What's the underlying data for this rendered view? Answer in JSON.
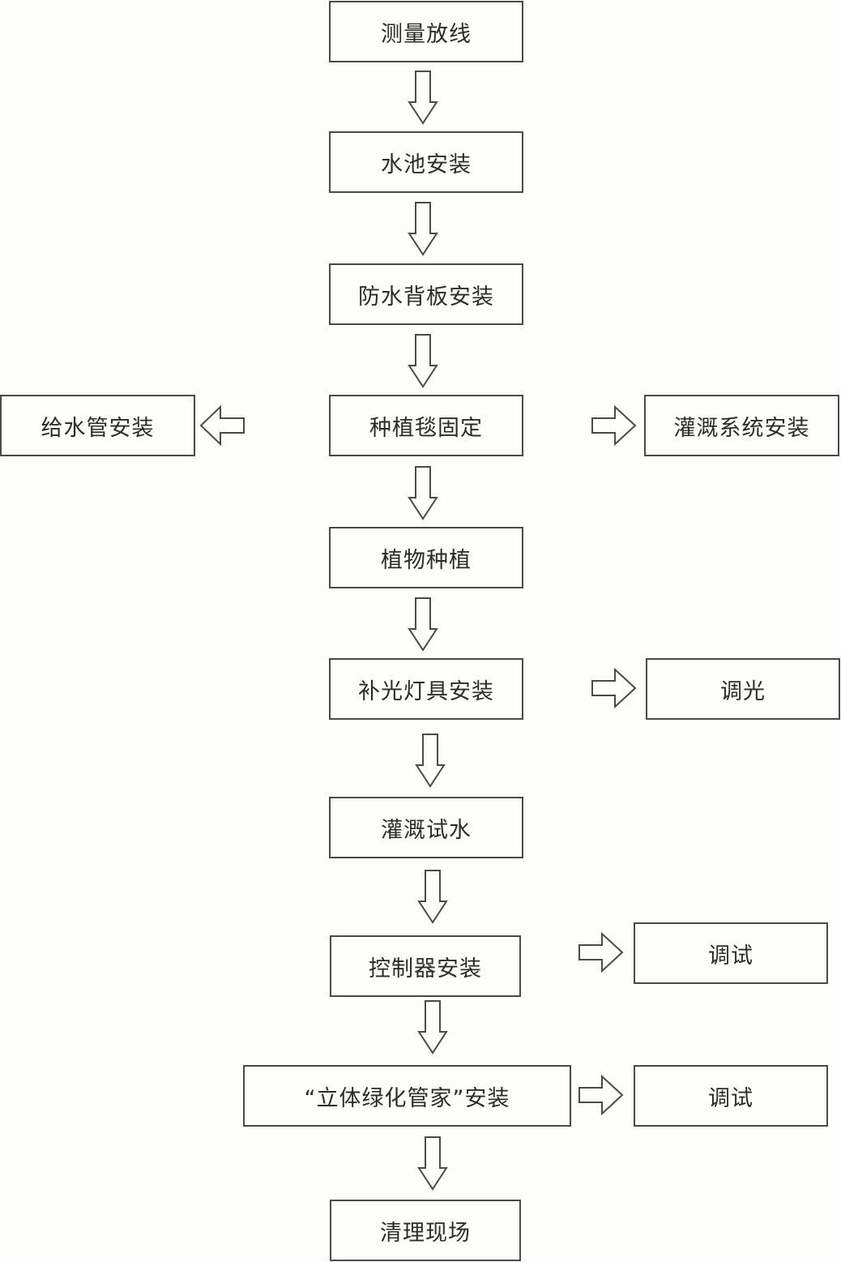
{
  "steps": {
    "survey": "测量放线",
    "pool": "水池安装",
    "backboard": "防水背板安装",
    "blanket": "种植毯固定",
    "planting": "植物种植",
    "lighting": "补光灯具安装",
    "irrigation_test": "灌溉试水",
    "controller": "控制器安装",
    "manager": "“立体绿化管家”安装",
    "cleanup": "清理现场"
  },
  "side_steps": {
    "water_pipe": "给水管安装",
    "irrigation_system": "灌溉系统安装",
    "dimming": "调光",
    "debug_controller": "调试",
    "debug_manager": "调试"
  },
  "colors": {
    "stroke": "#4a4a48",
    "text": "#2b2b2b",
    "background": "#fdfdf9"
  }
}
